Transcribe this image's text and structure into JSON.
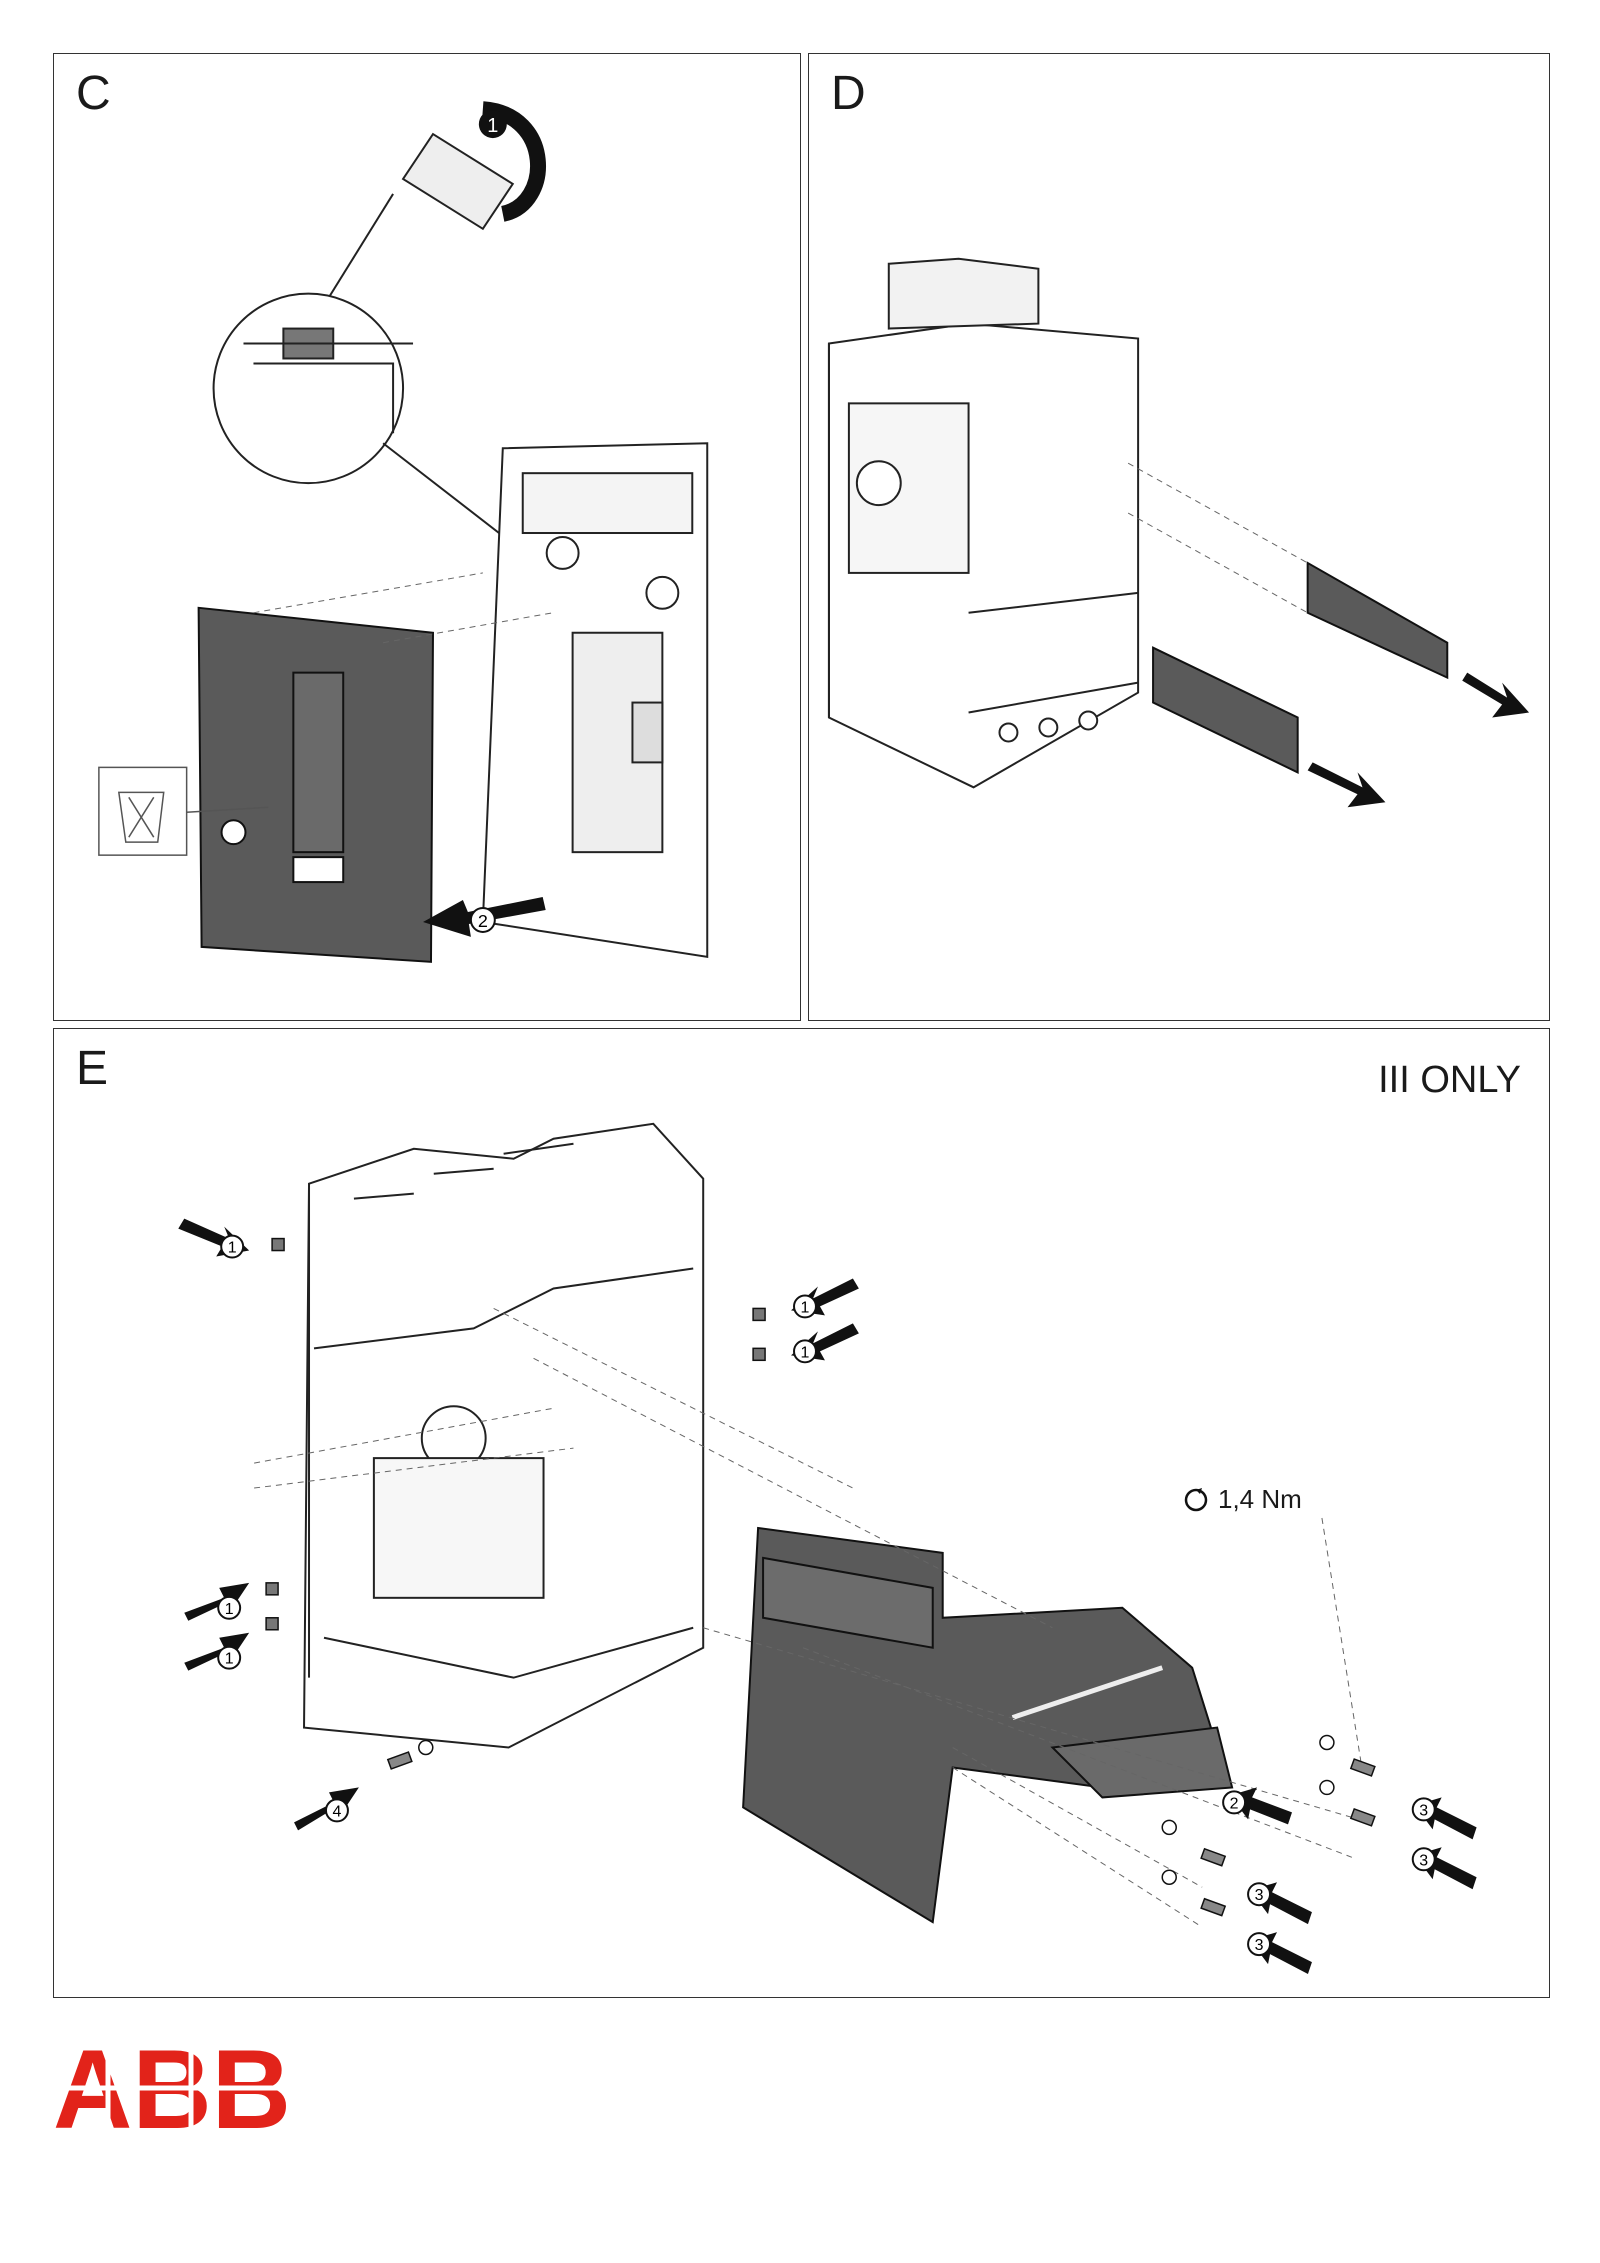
{
  "panels": {
    "c": {
      "letter": "C"
    },
    "d": {
      "letter": "D"
    },
    "e": {
      "letter": "E",
      "note": "III ONLY",
      "torque": "1,4 Nm"
    }
  },
  "steps": {
    "one": "1",
    "two": "2",
    "three": "3",
    "four": "4"
  },
  "logo": {
    "text": "ABB",
    "color": "#e2231a"
  },
  "colors": {
    "cover": "#5a5a5a",
    "line": "#222222",
    "arrow": "#111111"
  }
}
